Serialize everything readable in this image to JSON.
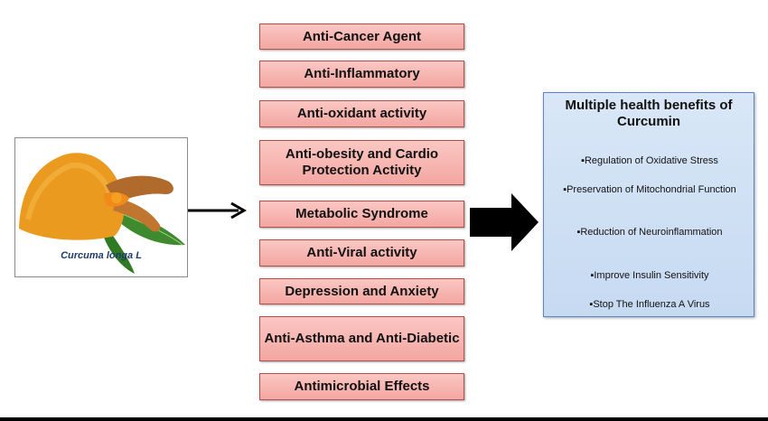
{
  "image": {
    "caption": "Curcuma longa L"
  },
  "center_boxes": [
    "Anti-Cancer Agent",
    "Anti-Inflammatory",
    "Anti-oxidant activity",
    "Anti-obesity and Cardio Protection Activity",
    "Metabolic Syndrome",
    "Anti-Viral activity",
    "Depression and Anxiety",
    "Anti-Asthma and Anti-Diabetic",
    "Antimicrobial Effects"
  ],
  "panel": {
    "title": "Multiple health benefits of Curcumin",
    "items": [
      "▪Regulation of Oxidative Stress",
      "▪Preservation of Mitochondrial Function",
      "▪Reduction of Neuroinflammation",
      "▪Improve Insulin Sensitivity",
      "▪Stop The Influenza A Virus"
    ]
  },
  "colors": {
    "box_fill": "#f3a6a1",
    "box_border": "#b3504a",
    "panel_fill": "#c6daf2",
    "panel_border": "#5f86c4",
    "caption_text": "#1f3a6b"
  }
}
